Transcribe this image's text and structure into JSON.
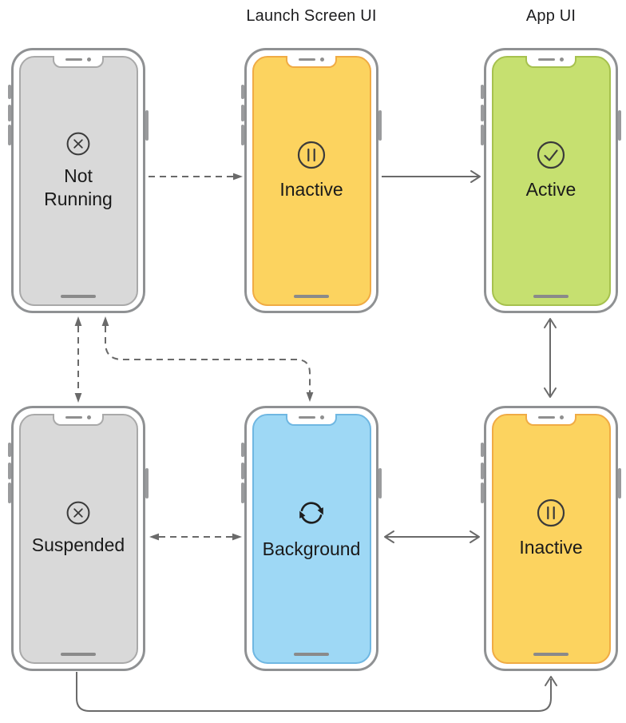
{
  "column_headers": [
    {
      "label": "Launch Screen UI",
      "over_column": 2
    },
    {
      "label": "App UI",
      "over_column": 3
    }
  ],
  "states": [
    {
      "id": "not-running",
      "label": "Not\nRunning",
      "icon": "x-circle",
      "screen_color": "#d9d9d9",
      "stroke_color": "#a9a9a9",
      "row": 1,
      "col": 1
    },
    {
      "id": "inactive-launch",
      "label": "Inactive",
      "icon": "pause-circle",
      "screen_color": "#fcd35f",
      "stroke_color": "#f0ab44",
      "row": 1,
      "col": 2
    },
    {
      "id": "active",
      "label": "Active",
      "icon": "check-circle",
      "screen_color": "#c6e070",
      "stroke_color": "#a6c14e",
      "row": 1,
      "col": 3
    },
    {
      "id": "suspended",
      "label": "Suspended",
      "icon": "x-circle",
      "screen_color": "#d9d9d9",
      "stroke_color": "#a9a9a9",
      "row": 2,
      "col": 1
    },
    {
      "id": "background",
      "label": "Background",
      "icon": "refresh",
      "screen_color": "#9ed8f5",
      "stroke_color": "#6fb7e2",
      "row": 2,
      "col": 2
    },
    {
      "id": "inactive-app",
      "label": "Inactive",
      "icon": "pause-circle",
      "screen_color": "#fcd35f",
      "stroke_color": "#f0ab44",
      "row": 2,
      "col": 3
    }
  ],
  "transitions": [
    {
      "from": "not-running",
      "to": "inactive-launch",
      "line": "dashed",
      "heads": "end"
    },
    {
      "from": "inactive-launch",
      "to": "active",
      "line": "solid",
      "heads": "end"
    },
    {
      "from": "active",
      "to": "inactive-app",
      "line": "solid",
      "heads": "both"
    },
    {
      "from": "not-running",
      "to": "suspended",
      "line": "dashed",
      "heads": "both"
    },
    {
      "from": "not-running",
      "to": "background",
      "line": "dashed",
      "heads": "both"
    },
    {
      "from": "suspended",
      "to": "background",
      "line": "dashed",
      "heads": "both"
    },
    {
      "from": "background",
      "to": "inactive-app",
      "line": "solid",
      "heads": "both"
    },
    {
      "from": "suspended",
      "to": "inactive-app",
      "line": "solid",
      "heads": "end"
    }
  ],
  "palette": {
    "arrow_color": "#6a6a6a",
    "frame_color": "#8f9193",
    "text_color": "#1a1a1a"
  }
}
